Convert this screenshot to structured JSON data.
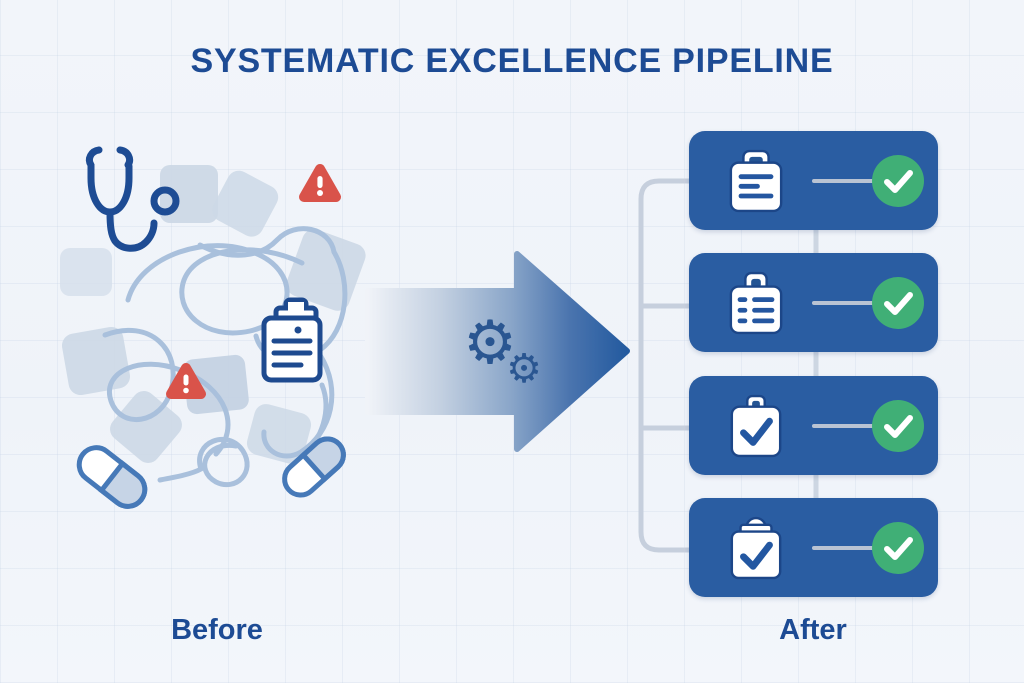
{
  "title": "SYSTEMATIC EXCELLENCE PIPELINE",
  "sections": {
    "before": {
      "label": "Before"
    },
    "after": {
      "label": "After"
    }
  },
  "before_visual": {
    "description": "tangled chaos of medical items over scattered squares",
    "icons": [
      "stethoscope-icon",
      "alert-triangle-icon",
      "alert-triangle-icon",
      "document-clipboard-icon",
      "capsule-icon",
      "capsule-icon",
      "tangled-line"
    ]
  },
  "transform_arrow": {
    "icon": "gears-icon",
    "gear_glyph": "⚙"
  },
  "pipeline_steps": [
    {
      "id": 1,
      "icon": "clipboard-document-icon",
      "status": "complete"
    },
    {
      "id": 2,
      "icon": "clipboard-list-icon",
      "status": "complete"
    },
    {
      "id": 3,
      "icon": "clipboard-check-icon",
      "status": "complete"
    },
    {
      "id": 4,
      "icon": "clipboard-check-icon",
      "status": "complete"
    }
  ],
  "colors": {
    "card_blue": "#2a5da2",
    "deep_blue": "#1d4b94",
    "icon_stroke_blue": "#1e4a8f",
    "success_green": "#40af76",
    "alert_red": "#d9534a",
    "connector_gray": "#c6cfdd",
    "tangle_blue": "#a9c0dc",
    "square_fill": "#ccd8e6",
    "background": "#f1f4f9"
  }
}
